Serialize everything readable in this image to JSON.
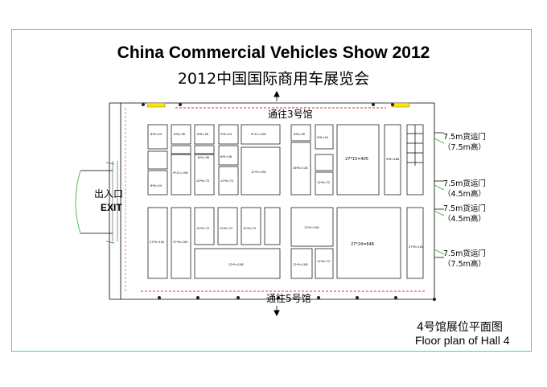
{
  "title_en": "China Commercial Vehicles Show 2012",
  "title_cn": "2012中国国际商用车展览会",
  "passage_top": "通往3号馆",
  "passage_bottom": "通往5号馆",
  "entrance": {
    "cn": "出入口",
    "en": "EXIT"
  },
  "gates": [
    {
      "label": "7.5m货运门",
      "height": "（7.5m高）"
    },
    {
      "label": "7.5m货运门",
      "height": "（4.5m高）"
    },
    {
      "label": "7.5m货运门",
      "height": "（4.5m高）"
    },
    {
      "label": "7.5m货运门",
      "height": "（7.5m高）"
    }
  ],
  "caption_cn": "4号馆展位平面图",
  "caption_en": "Floor plan of Hall 4",
  "booths": {
    "b1": "8*6=54",
    "b2": "6*6=36",
    "b3": "6*6=36",
    "b4": "9*6=54",
    "b5": "9*12=108",
    "b6": "9*12=108",
    "b7": "6*6=36",
    "b8": "9*6=54",
    "b9": "12*6=72",
    "b10": "12*9=108",
    "b11": "6*9=36",
    "b12": "8*6=54",
    "b13": "12*6=72",
    "b14": "16*8=128",
    "b15": "27*15=405",
    "b16": "9*6=486",
    "b17": "8*9=36",
    "b18": "27*6=162",
    "b19": "27*6=162",
    "b20": "12*6=72",
    "b21": "12*6=72",
    "b22": "12*6=72",
    "b23": "12*6=72",
    "b24": "12*9=108",
    "b25": "12*9=108",
    "b26": "12*9=108",
    "b27": "12*6=72",
    "b28": "27*24=648",
    "b29": "27*6=162"
  }
}
